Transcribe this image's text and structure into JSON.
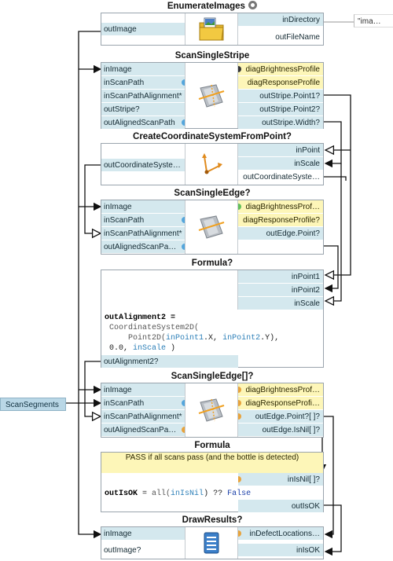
{
  "external": {
    "scan_segments": "ScanSegments",
    "in_directory_value": "\"ima…"
  },
  "filters": {
    "enumerate_images": {
      "title": "EnumerateImages",
      "inputs": [
        "outImage"
      ],
      "outputs": [
        "inDirectory",
        "outFileName"
      ],
      "icon": "folder-images-icon"
    },
    "scan_single_stripe": {
      "title": "ScanSingleStripe",
      "inputs": [
        "inImage",
        "inScanPath",
        "inScanPathAlignment*",
        "outStripe?",
        "outAlignedScanPath"
      ],
      "outputs": [
        "diagBrightnessProfile",
        "diagResponseProfile",
        "outStripe.Point1?",
        "outStripe.Point2?",
        "outStripe.Width?"
      ],
      "icon": "scan-stripe-icon"
    },
    "create_coordinate_system": {
      "title": "CreateCoordinateSystemFromPoint?",
      "inputs": [
        "outCoordinateSyste…"
      ],
      "outputs": [
        "inPoint",
        "inScale",
        "outCoordinateSyste…"
      ],
      "icon": "coordinate-system-icon"
    },
    "scan_single_edge": {
      "title": "ScanSingleEdge?",
      "inputs": [
        "inImage",
        "inScanPath",
        "inScanPathAlignment*",
        "outAlignedScanPa…"
      ],
      "outputs": [
        "diagBrightnessProf…",
        "diagResponseProfile?",
        "outEdge.Point?"
      ],
      "icon": "scan-edge-icon"
    },
    "formula1": {
      "title": "Formula?",
      "outputs": [
        "inPoint1",
        "inPoint2",
        "inScale"
      ],
      "code": {
        "assign": "outAlignment2 =",
        "l2": "CoordinateSystem2D(",
        "l3a": "Point2D(",
        "l3b": "inPoint1",
        "l3c": ".X, ",
        "l3d": "inPoint2",
        "l3e": ".Y),",
        "l4a": "0.0, ",
        "l4b": "inScale",
        "l4c": " )"
      },
      "result": "outAlignment2?"
    },
    "scan_single_edge_array": {
      "title": "ScanSingleEdge[]?",
      "inputs": [
        "inImage",
        "inScanPath",
        "inScanPathAlignment*",
        "outAlignedScanPa…"
      ],
      "outputs": [
        "diagBrightnessProf…",
        "diagResponseProfi…",
        "outEdge.Point?[ ]?",
        "outEdge.IsNil[ ]?"
      ],
      "icon": "scan-edge-array-icon"
    },
    "formula2": {
      "title": "Formula",
      "note": "PASS if all scans pass (and the bottle is detected)",
      "in_port": "inIsNil[ ]?",
      "code": {
        "assign": "outIsOK",
        "eq": " = ",
        "fn": "all(",
        "var": "inIsNil",
        "rest": ") ?? ",
        "lit": "False"
      },
      "result": "outIsOK"
    },
    "draw_results": {
      "title": "DrawResults?",
      "inputs": [
        "inImage",
        "outImage?"
      ],
      "outputs": [
        "inDefectLocations…",
        "inIsOK"
      ],
      "icon": "draw-results-icon"
    }
  },
  "colors": {
    "port_blue": "#d4e8ee",
    "port_yellow": "#fdf6b8",
    "dot_blue": "#54a6dc",
    "dot_green": "#62c05a",
    "dot_orange": "#e8a33c"
  }
}
